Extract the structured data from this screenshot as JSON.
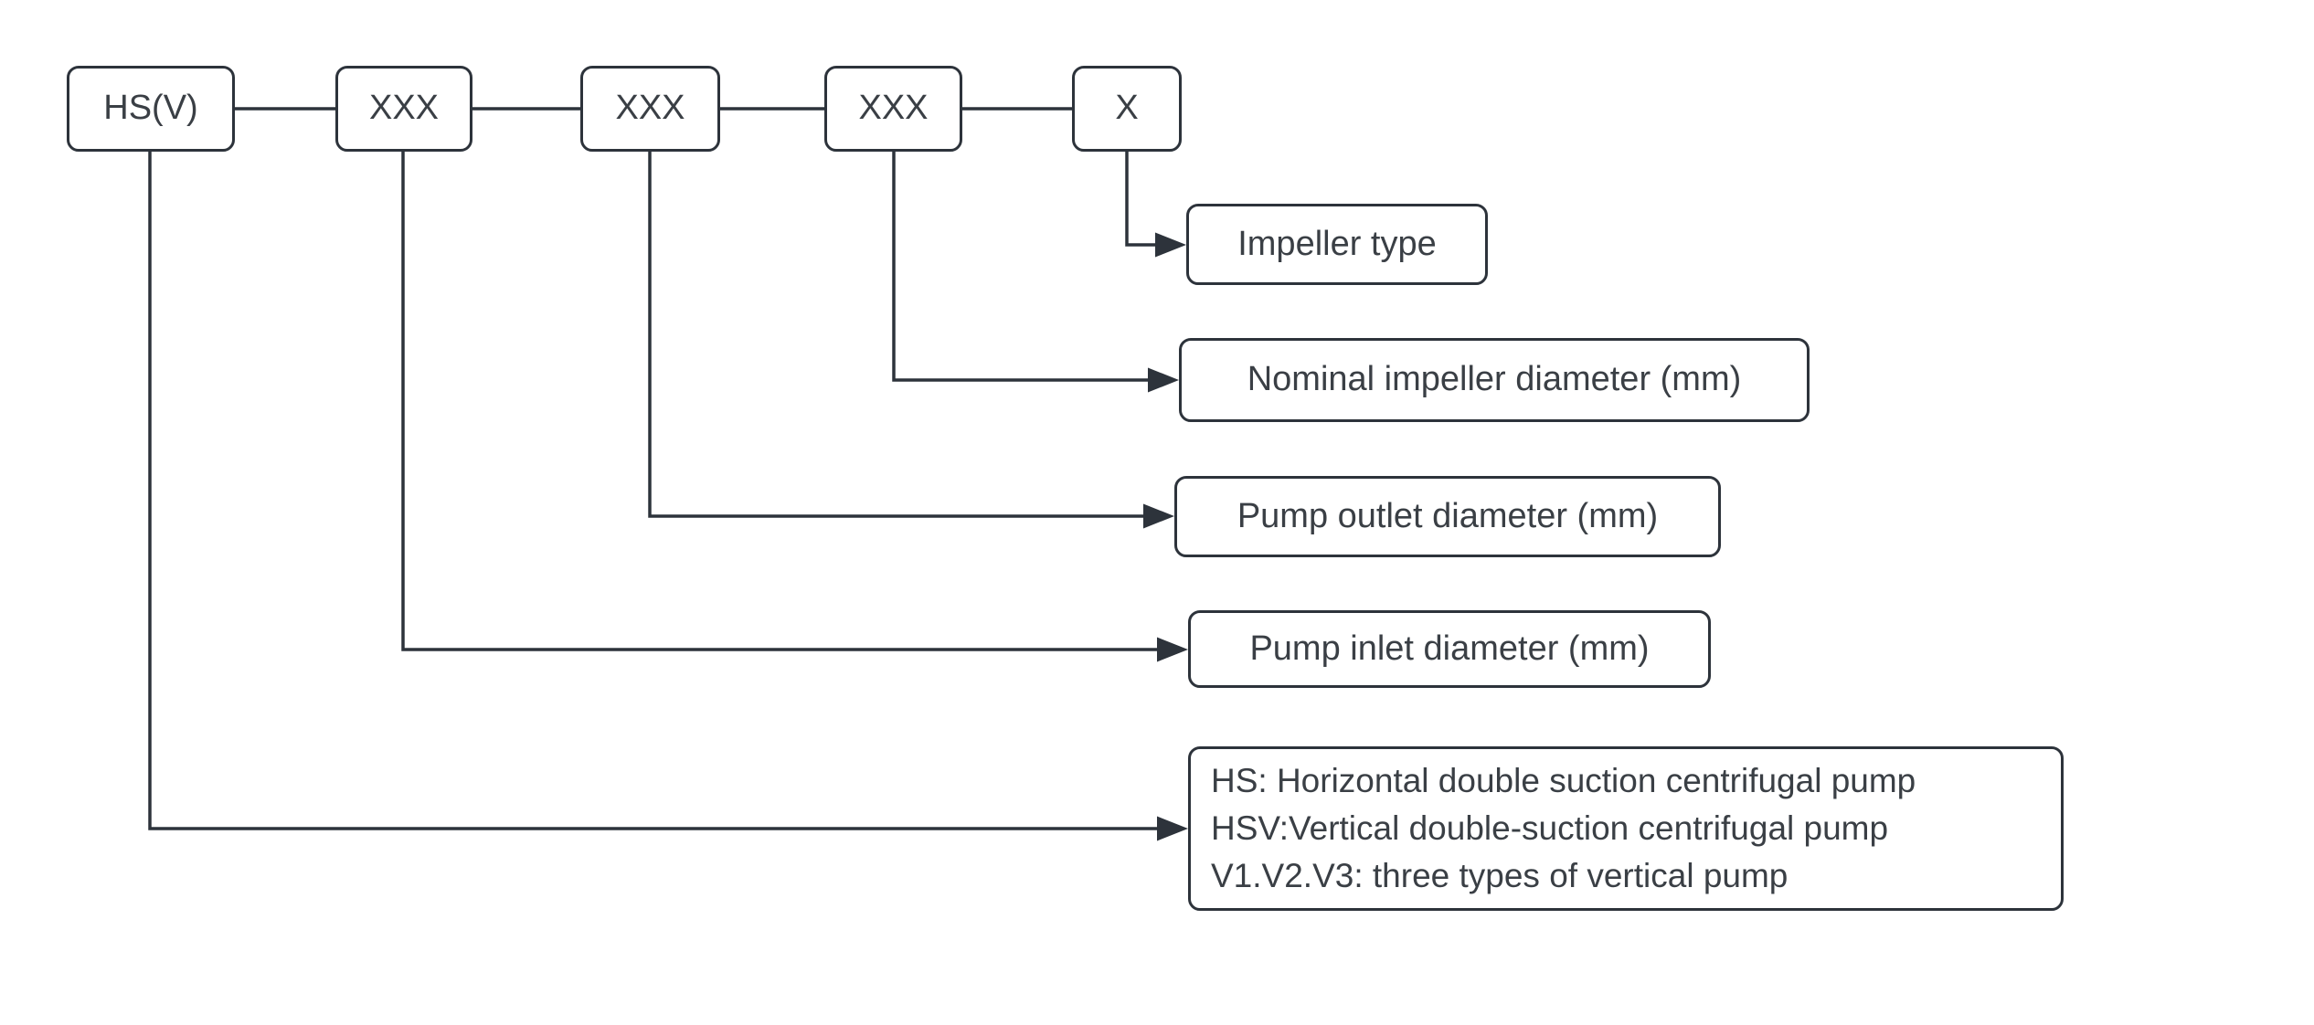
{
  "diagram": {
    "code_boxes": [
      {
        "label": "HS(V)"
      },
      {
        "label": "XXX"
      },
      {
        "label": "XXX"
      },
      {
        "label": "XXX"
      },
      {
        "label": "X"
      }
    ],
    "labels": {
      "impeller_type": "Impeller type",
      "nominal_impeller_diameter": "Nominal impeller diameter (mm)",
      "pump_outlet_diameter": "Pump outlet diameter (mm)",
      "pump_inlet_diameter": "Pump inlet diameter (mm)",
      "model_prefix_lines": [
        "HS: Horizontal double suction centrifugal pump",
        "HSV:Vertical double-suction centrifugal pump",
        "V1.V2.V3: three types of vertical pump"
      ]
    },
    "colors": {
      "stroke": "#2d333b",
      "text": "#3a3f45",
      "box_fill": "#ffffff",
      "background": "#ffffff"
    }
  }
}
